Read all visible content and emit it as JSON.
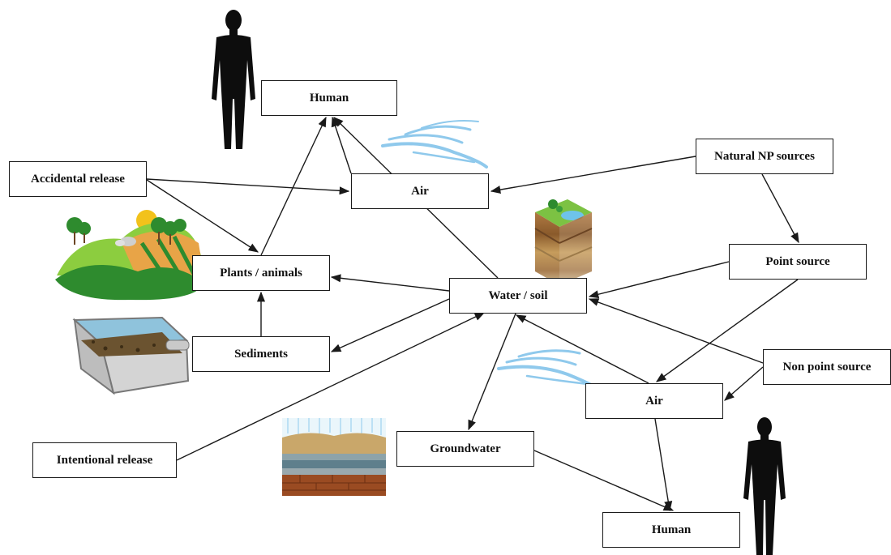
{
  "diagram": {
    "nodes": [
      {
        "id": "human_top",
        "label": "Human"
      },
      {
        "id": "accidental_release",
        "label": "Accidental release"
      },
      {
        "id": "air_top",
        "label": "Air"
      },
      {
        "id": "natural_np_sources",
        "label": "Natural NP sources"
      },
      {
        "id": "plants_animals",
        "label": "Plants / animals"
      },
      {
        "id": "water_soil",
        "label": "Water / soil"
      },
      {
        "id": "point_source",
        "label": "Point source"
      },
      {
        "id": "sediments",
        "label": "Sediments"
      },
      {
        "id": "non_point_source",
        "label": "Non point source"
      },
      {
        "id": "air_bottom",
        "label": "Air"
      },
      {
        "id": "groundwater",
        "label": "Groundwater"
      },
      {
        "id": "intentional_release",
        "label": "Intentional release"
      },
      {
        "id": "human_bottom",
        "label": "Human"
      }
    ],
    "edges": [
      {
        "from": "accidental_release",
        "to": "air_top"
      },
      {
        "from": "accidental_release",
        "to": "plants_animals"
      },
      {
        "from": "natural_np_sources",
        "to": "air_top"
      },
      {
        "from": "natural_np_sources",
        "to": "point_source"
      },
      {
        "from": "air_top",
        "to": "human_top"
      },
      {
        "from": "plants_animals",
        "to": "human_top"
      },
      {
        "from": "water_soil",
        "to": "human_top"
      },
      {
        "from": "water_soil",
        "to": "plants_animals"
      },
      {
        "from": "water_soil",
        "to": "sediments"
      },
      {
        "from": "water_soil",
        "to": "groundwater"
      },
      {
        "from": "sediments",
        "to": "plants_animals"
      },
      {
        "from": "point_source",
        "to": "water_soil"
      },
      {
        "from": "point_source",
        "to": "air_bottom"
      },
      {
        "from": "non_point_source",
        "to": "water_soil"
      },
      {
        "from": "non_point_source",
        "to": "air_bottom"
      },
      {
        "from": "air_bottom",
        "to": "water_soil"
      },
      {
        "from": "air_bottom",
        "to": "human_bottom"
      },
      {
        "from": "groundwater",
        "to": "human_bottom"
      },
      {
        "from": "intentional_release",
        "to": "water_soil"
      }
    ]
  },
  "illustrations": [
    {
      "name": "human-silhouette-top",
      "kind": "human"
    },
    {
      "name": "human-silhouette-bottom",
      "kind": "human"
    },
    {
      "name": "wind-illustration-top",
      "kind": "wind"
    },
    {
      "name": "wind-illustration-bottom",
      "kind": "wind"
    },
    {
      "name": "farmland-illustration",
      "kind": "landscape"
    },
    {
      "name": "sediment-tank-illustration",
      "kind": "tank"
    },
    {
      "name": "soil-layers-illustration",
      "kind": "soil-block"
    },
    {
      "name": "groundwater-strata-illustration",
      "kind": "strata"
    }
  ],
  "colors": {
    "box_border": "#1a1a1a",
    "text": "#111111",
    "arrow": "#1a1a1a",
    "silhouette": "#0d0d0d",
    "wind": "#8fc9ec",
    "hill_light": "#8ccd3f",
    "hill_dark": "#2e8b2e",
    "water": "#6ec3ea",
    "soil": "#8a5a2b"
  }
}
